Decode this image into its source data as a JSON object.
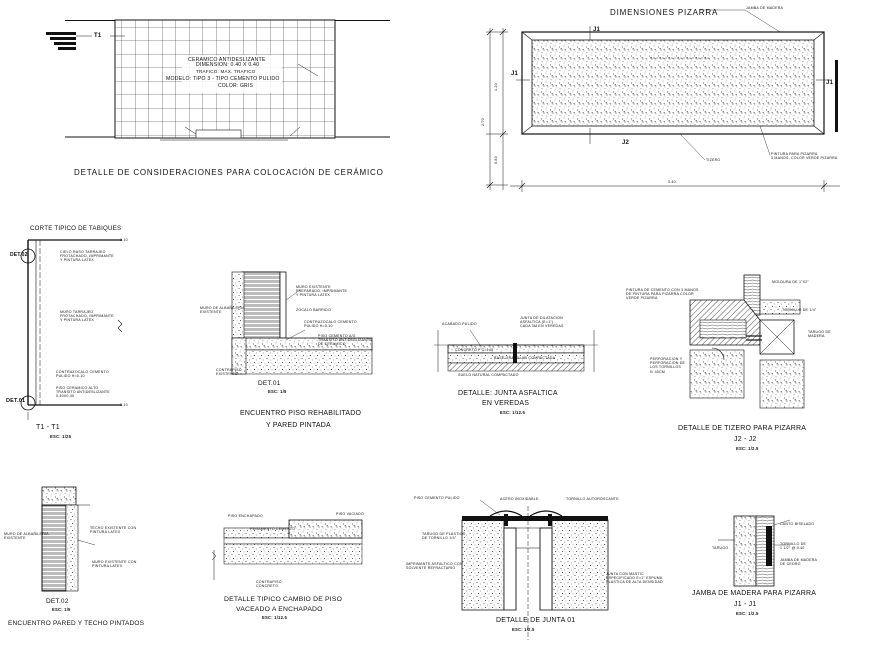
{
  "sheet": {
    "ceramic": {
      "title": "DETALLE DE CONSIDERACIONES PARA COLOCACIÓN DE CERÁMICO",
      "tag": "T1",
      "spec": [
        "CERAMICO ANTIDESLIZANTE",
        "DIMENSION: 0.40 x 0.40",
        "TRAFICO: MAX. TRAFICO",
        "MODELO: TIPO 3 - TIPO CEMENTO PULIDO",
        "COLOR: GRIS"
      ]
    },
    "pizarra": {
      "title": "DIMENSIONES PIZARRA",
      "j1": "J1",
      "j1_left": "J1",
      "j1_right": "J1",
      "j2": "J2",
      "jamba_label": "JAMBA DE MADERA",
      "tiza_label": "TIZERO",
      "pintura_label": "PINTURA PARA PIZARRA\n3 MANOS, COLOR VERDE PIZARRA",
      "dim_v1": "1.20",
      "dim_v2": "2.70",
      "dim_v3": "0.80",
      "dim_h": "3.40"
    },
    "tabiques": {
      "title": "CORTE TIPICO DE TABIQUES",
      "det02": "DET.02",
      "det01": "DET.01",
      "section": "T1 - T1",
      "scale": "ESC: 1/25",
      "lvl_top": "3.10",
      "lvl_bot": "0.10",
      "notes": [
        "CIELO RASO TARRAJEO\nFROTACHADO, IMPRIMANTE\nY PINTURA LATEX",
        "MURO TARRAJEO\nFROTACHADO, IMPRIMANTE\nY PINTURA LATEX",
        "CONTRAZOCALO CEMENTO\nPULIDO H=0.10",
        "PISO CERAMICO ALTO\nTRANSITO ANTIDESLIZANTE\n0.40X0.40"
      ]
    },
    "det01": {
      "label": "DET.01",
      "scale": "ESC: 1/5",
      "title1": "ENCUENTRO PISO REHABILITADO",
      "title2": "Y PARED PINTADA",
      "notes": [
        "MURO EXISTENTE\nPREPARADO, IMPRIMANTE\nY PINTURA LATEX",
        "MURO DE ALBAÑILERIA\nEXISTENTE",
        "ZOCALO BARRIDO",
        "CONTRAZOCALO CEMENTO\nPULIDO H=0.10",
        "PISO CEMENTO A/G\nTRANSITO ANTIDESLIZANTE\nDE CERAMICO",
        "CONTRAPISO\nEXISTENTE"
      ]
    },
    "junta": {
      "title1": "DETALLE: JUNTA ASFALTICA",
      "title2": "EN VEREDAS",
      "scale": "ESC: 1/12.5",
      "notes": [
        "ACABADO PULIDO",
        "JUNTA DE DILATACION\nASFALTICA (E=1\")\nCADA 3m EN VEREDAS",
        "CONCRETO F'C=140",
        "BASE GRANULAR COMPACTADA",
        "SUELO NATURAL COMPACTADO"
      ]
    },
    "tizero": {
      "title": "DETALLE DE TIZERO PARA PIZARRA",
      "section": "J2 - J2",
      "scale": "ESC: 1/2.5",
      "notes": [
        "MOLDURA DE 1\"x2\"",
        "PINTURA DE CEMENTO CON 3 MANOS\nDE PINTURA PARA PIZARRA COLOR\nVERDE PIZARRA",
        "TORNILLO DE 1/4\"",
        "TARUGO DE\nMADERA",
        "PERFORACION Y\nPERFORACION DE\nLOS TORNILLOS\n0/ 40cm"
      ]
    },
    "det02": {
      "label": "DET.02",
      "scale": "ESC: 1/5",
      "title": "ENCUENTRO PARED Y TECHO PINTADOS",
      "notes": [
        "MURO DE ALBAÑILERIA\nEXISTENTE",
        "TECHO EXISTENTE CON\nPINTURA LATEX",
        "MURO EXISTENTE CON\nPINTURA LATEX"
      ]
    },
    "cambio": {
      "title1": "DETALLE TIPICO CAMBIO DE PISO",
      "title2": "VACEADO A ENCHAPADO",
      "scale": "ESC: 1/12.5",
      "notes": [
        "PISO ENCHAPADO",
        "PISO VACIADO",
        "PEGAMENTO CEMENTO",
        "CONTRAPISO\nCONCRETO"
      ]
    },
    "junta01": {
      "title": "DETALLE DE JUNTA 01",
      "scale": "ESC: 1/2.5",
      "notes": [
        "PISO CEMENTO PULIDO",
        "Acero inoxidable",
        "Tornillo autoroscante",
        "Tarugo de plastico\nde tornillo 1/4\"",
        "Imprimante asfaltico con\nsolvente refractario",
        "JUNTA CON MASTIC\nESPECIFICADO E=1\" ESPUMA\nPLASTICA DE ALTA DENSIDAD"
      ]
    },
    "jamba": {
      "title": "JAMBA DE MADERA PARA PIZARRA",
      "section": "J1 - J1",
      "scale": "ESC: 1/2.5",
      "notes": [
        "CANTO BISELADO",
        "TORNILLO DE\n1 1/2\" @ 0.40",
        "JAMBA DE MADERA\nDE CEDRO",
        "TARUGO"
      ]
    }
  }
}
